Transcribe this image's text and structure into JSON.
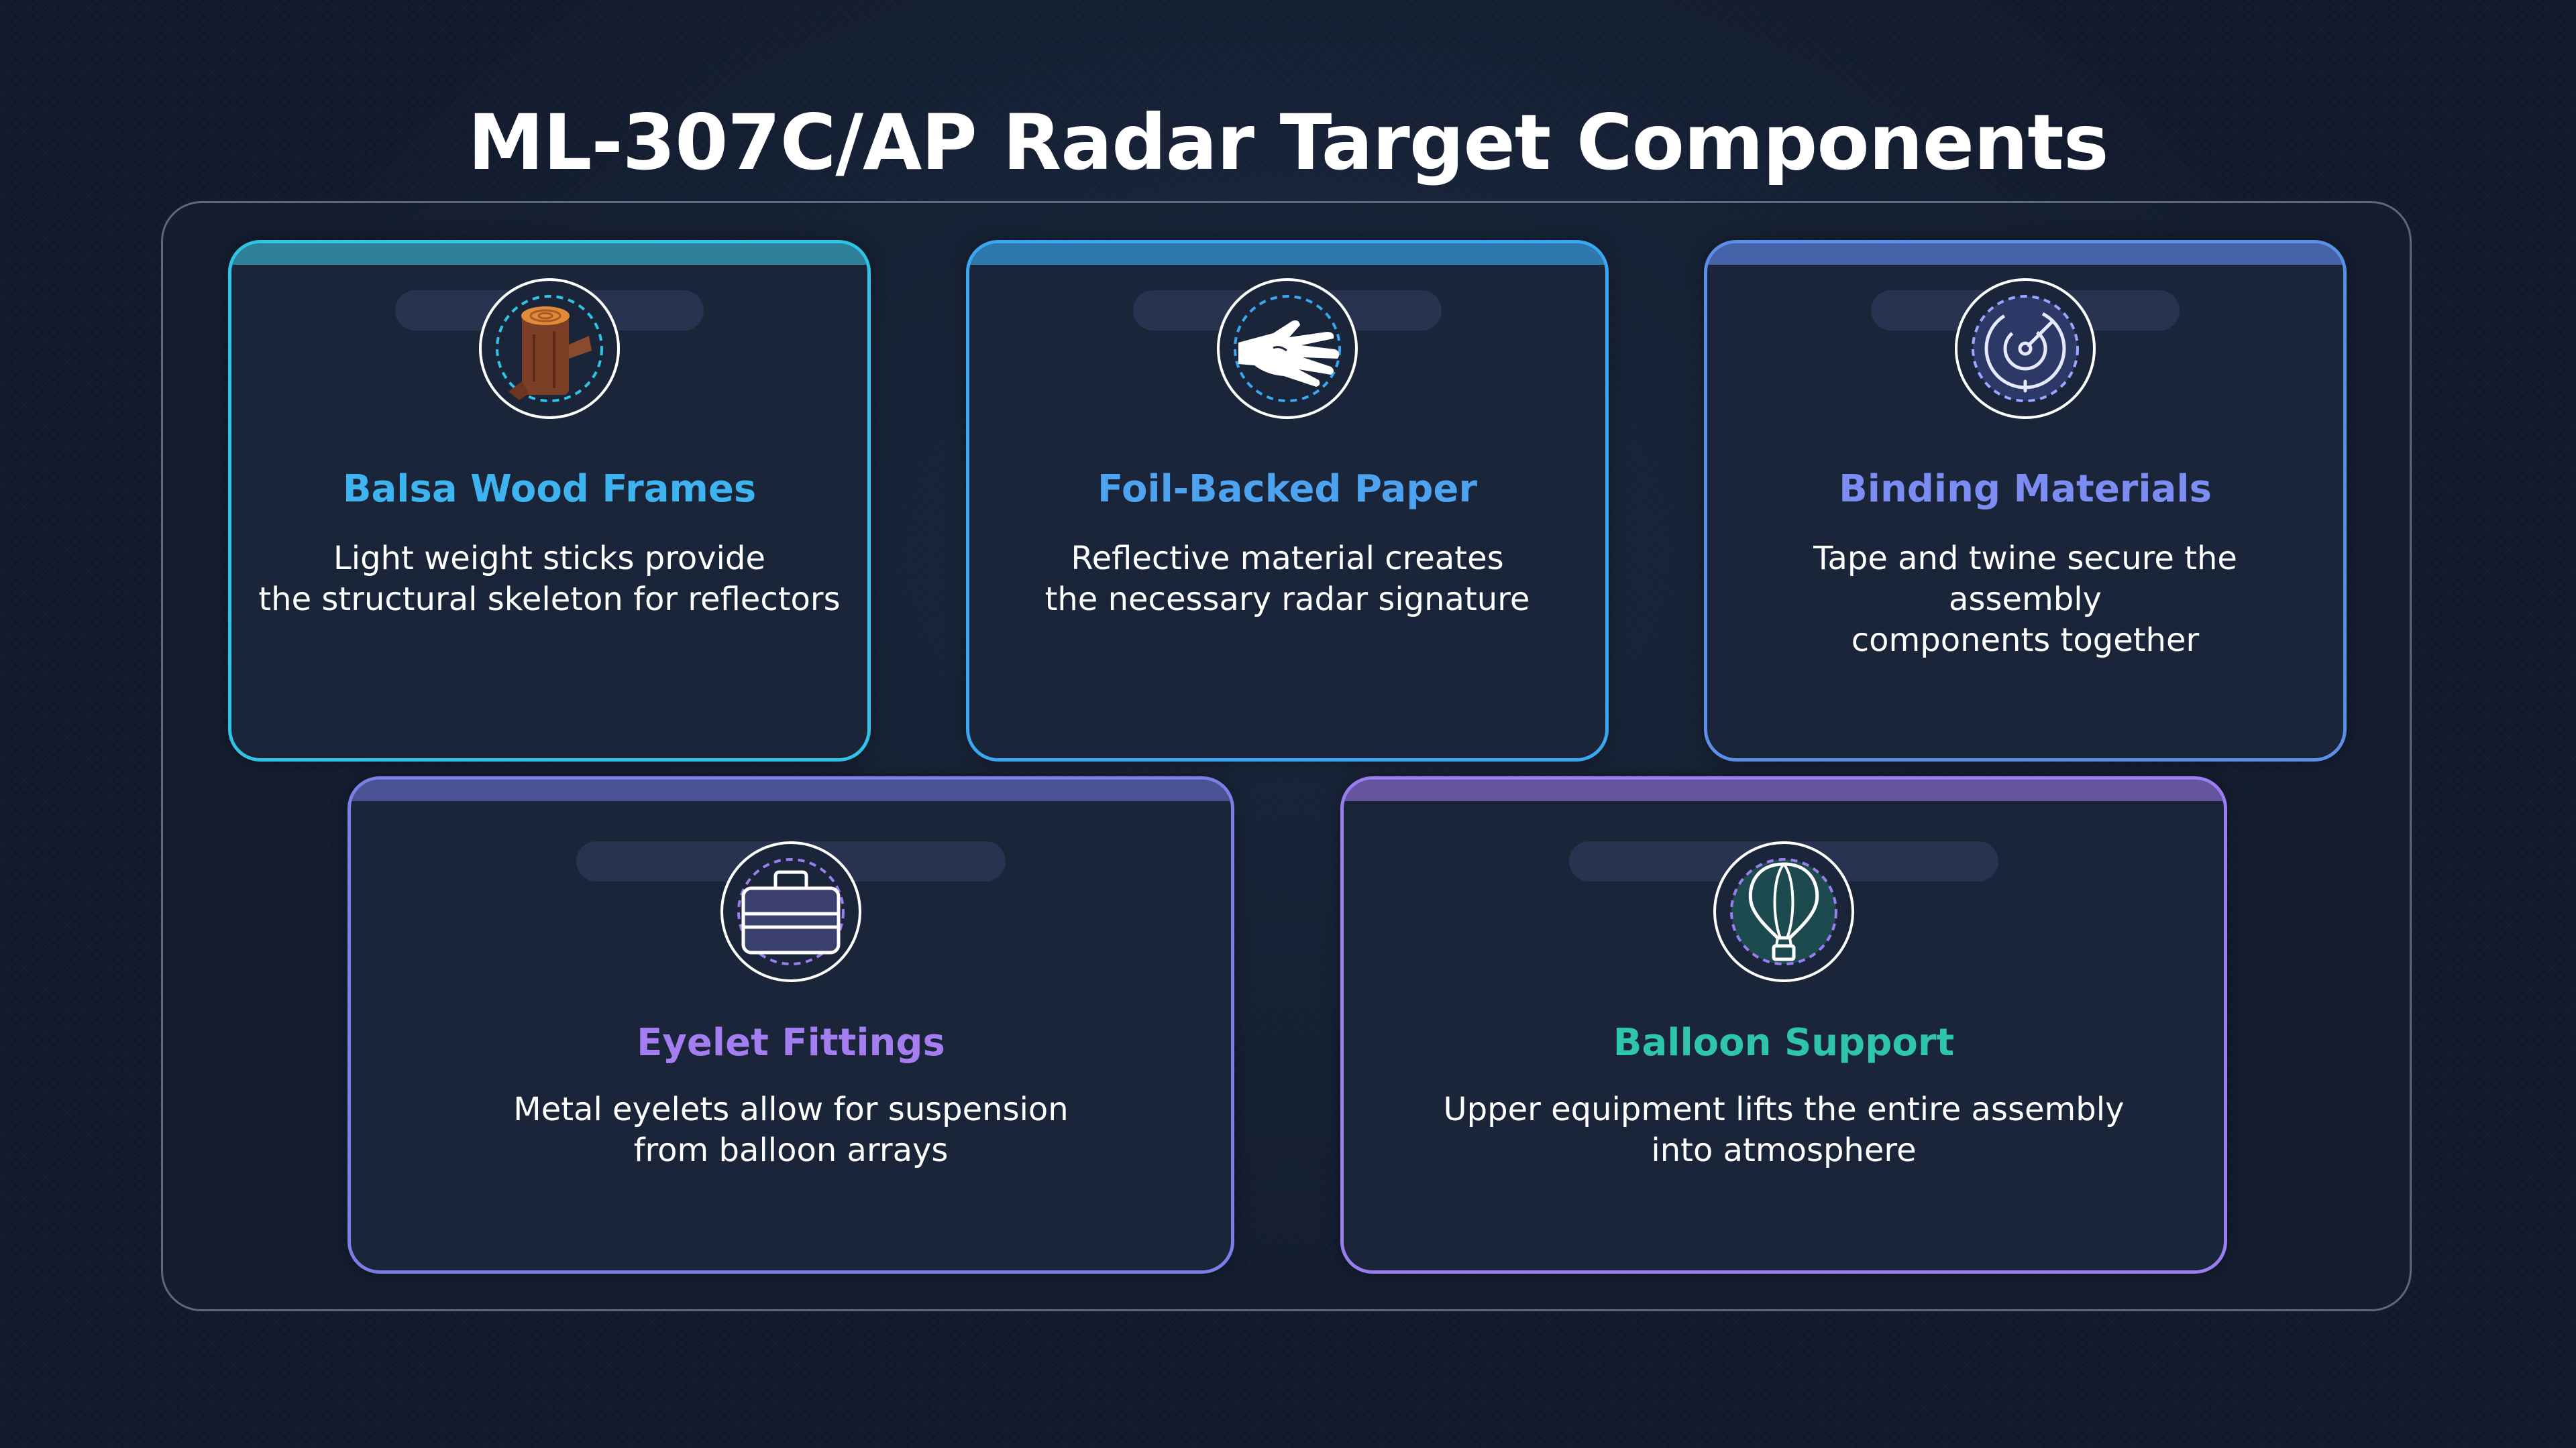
{
  "title": "ML-307C/AP Radar Target Components",
  "cards": [
    {
      "title": "Balsa Wood Frames",
      "desc_line1": "Light weight sticks provide",
      "desc_line2": "the structural skeleton for reflectors",
      "icon": "log-icon",
      "title_color": "#3db4ef",
      "border_color": "#2ec4e6"
    },
    {
      "title": "Foil-Backed Paper",
      "desc_line1": "Reflective material creates",
      "desc_line2": "the necessary radar signature",
      "icon": "hand-icon",
      "title_color": "#4ea3f0",
      "border_color": "#3aa8f0"
    },
    {
      "title": "Binding Materials",
      "desc_line1": "Tape and twine secure the assembly",
      "desc_line2": "components together",
      "icon": "radar-icon",
      "title_color": "#7b8cf2",
      "border_color": "#5b8ee6"
    },
    {
      "title": "Eyelet Fittings",
      "desc_line1": "Metal eyelets allow for suspension",
      "desc_line2": "from balloon arrays",
      "icon": "toolbox-icon",
      "title_color": "#a47ef0",
      "border_color": "#7a7ee6"
    },
    {
      "title": "Balloon Support",
      "desc_line1": "Upper equipment lifts the entire assembly",
      "desc_line2": "into atmosphere",
      "icon": "hot-air-balloon-icon",
      "title_color": "#2ec4b0",
      "border_color": "#9a7ef0"
    }
  ]
}
